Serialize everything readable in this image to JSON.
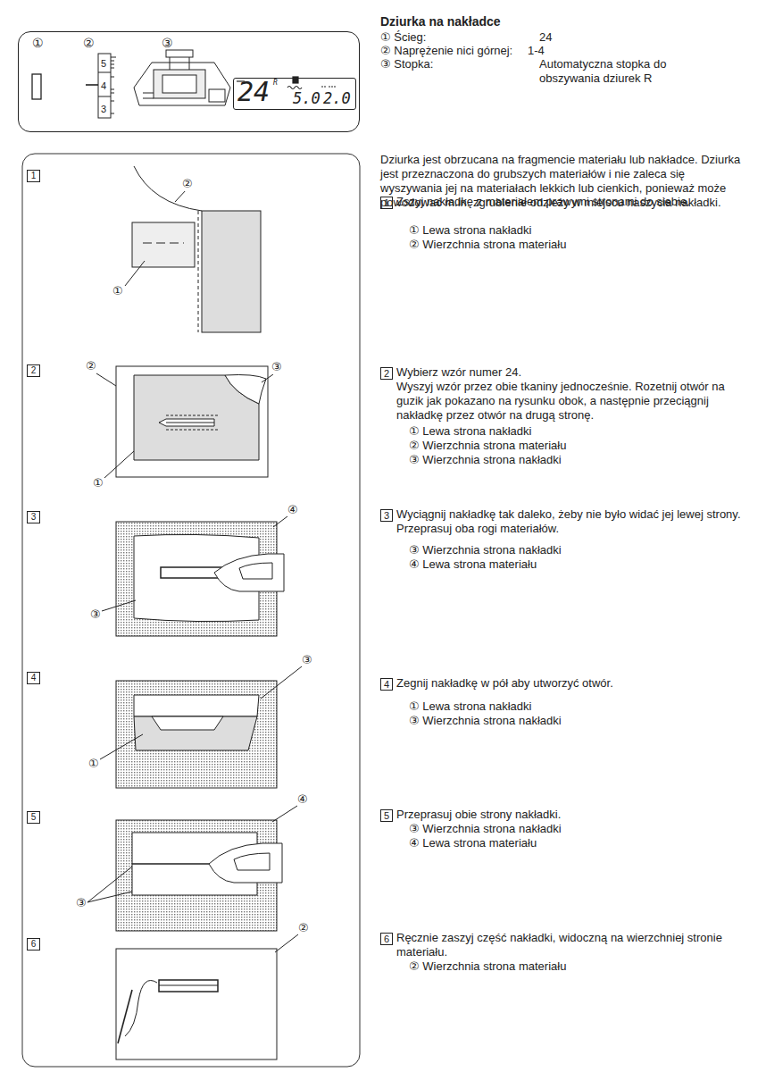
{
  "diagram": {
    "title": "Dziurka na nakładce",
    "nodes": [
      {
        "text": [
          "①",
          "②",
          "③"
        ]
      },
      {
        "text": [
          "24",
          "R",
          "5.0",
          "2.0"
        ],
        "in": 0
      },
      {
        "text": [
          "1"
        ]
      },
      {
        "text": [
          "2"
        ]
      },
      {
        "text": [
          "3"
        ]
      },
      {
        "text": [
          "4"
        ]
      },
      {
        "text": [
          "5"
        ]
      },
      {
        "text": [
          "6"
        ]
      }
    ],
    "labels": [
      "① Ścieg:",
      "24",
      "② Naprężenie nici górnej:",
      "1-4",
      "③ Stopka:",
      "Automatyczna stopka do obszywania dziurek R",
      "5",
      "4",
      "3",
      "Dziurka jest obrzucana na fragmencie materiału lub nakładce. Dziurka jest przeznaczona do grubszych materiałów i nie zaleca się wyszywania jej na materiałach lekkich lub cienkich, ponieważ może powodować m.in. zgrubienie odzieży w miejscu naszycia nakładki.",
      "1",
      "Zszyj nakładkę z materiałem prawymi stronami do siebie.",
      "① Lewa strona nakładki",
      "② Wierzchnia strona materiału",
      "2",
      "Wybierz wzór numer 24.",
      "Wyszyj wzór przez obie tkaniny jednocześnie. Rozetnij otwór na guzik jak pokazano na rysunku obok, a następnie przeciągnij nakładkę przez otwór na drugą stronę.",
      "① Lewa strona nakładki",
      "② Wierzchnia strona materiału",
      "③ Wierzchnia strona nakładki",
      "3",
      "Wyciągnij nakładkę tak daleko, żeby nie było widać jej lewej strony. Przeprasuj oba rogi materiałów.",
      "③ Wierzchnia strona nakładki",
      "④ Lewa strona materiału",
      "4",
      "Zegnij nakładkę w pół aby utworzyć otwór.",
      "① Lewa strona nakładki",
      "③ Wierzchnia strona nakładki",
      "5",
      "Przeprasuj obie strony nakładki.",
      "③ Wierzchnia strona nakładki",
      "④ Lewa strona materiału",
      "6",
      "Ręcznie zaszyj część nakładki, widoczną na wierzchniej stronie materiału.",
      "② Wierzchnia strona materiału",
      "②",
      "①",
      "②",
      "③",
      "①",
      "④",
      "③",
      "③",
      "①",
      "④",
      "③",
      "②"
    ]
  }
}
